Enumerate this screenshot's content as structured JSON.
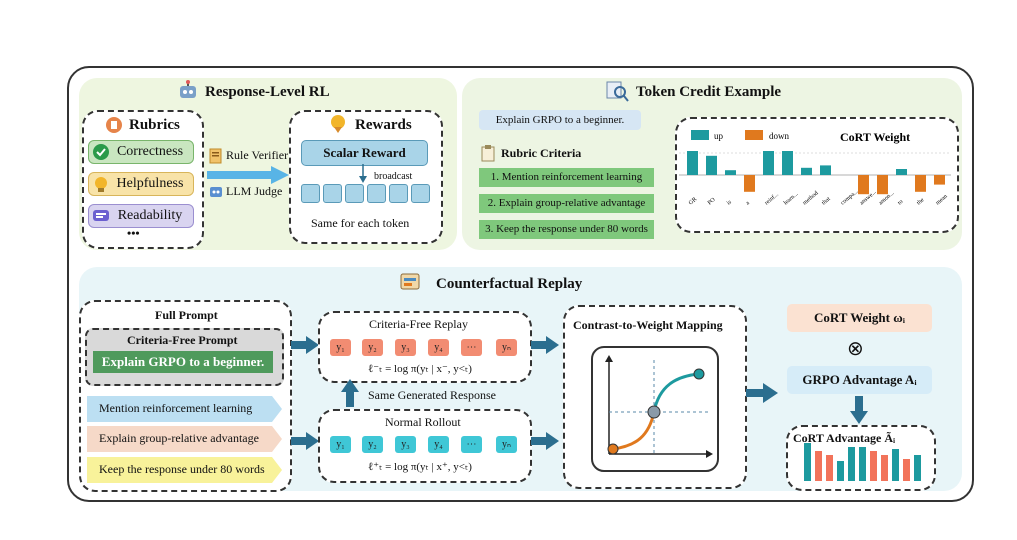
{
  "response_level_rl": {
    "title": "Response-Level RL",
    "rubrics_title": "Rubrics",
    "rubrics": [
      "Correctness",
      "Helpfulness",
      "Readability"
    ],
    "rubrics_more": "•••",
    "rule_verifier": "Rule Verifier",
    "llm_judge": "LLM Judge",
    "rewards_title": "Rewards",
    "scalar_reward": "Scalar Reward",
    "broadcast": "broadcast",
    "same_for_each_token": "Same for each token"
  },
  "token_credit_example": {
    "title": "Token Credit Example",
    "prompt": "Explain GRPO to a beginner.",
    "rubric_criteria_title": "Rubric Criteria",
    "criteria": [
      "1. Mention reinforcement learning",
      "2. Explain group-relative advantage",
      "3. Keep the response under 80 words"
    ],
    "chart": {
      "title": "CoRT  Weight",
      "legend_up": "up",
      "legend_down": "down",
      "tokens": [
        "GR",
        "PO",
        "is",
        "a",
        "reinf...",
        "learn...",
        "method",
        "that",
        "compa...",
        "answe...",
        "amon...",
        "to",
        "the",
        "mean"
      ]
    }
  },
  "chart_data": {
    "type": "bar",
    "title": "CoRT  Weight",
    "categories": [
      "GR",
      "PO",
      "is",
      "a",
      "reinf...",
      "learn...",
      "method",
      "that",
      "compa...",
      "answe...",
      "amon...",
      "to",
      "the",
      "mean"
    ],
    "series": [
      {
        "name": "up",
        "color": "#1d9a9f",
        "values": [
          1.0,
          0.8,
          0.2,
          0,
          1.0,
          1.0,
          0.3,
          0.4,
          0,
          0,
          0,
          0.25,
          0,
          0
        ]
      },
      {
        "name": "down",
        "color": "#e0791e",
        "values": [
          0,
          0,
          0,
          -0.7,
          0,
          0,
          0,
          0,
          0,
          -0.8,
          -0.8,
          0,
          -0.7,
          -0.4
        ]
      }
    ]
  },
  "counterfactual_replay": {
    "title": "Counterfactual Replay",
    "full_prompt_title": "Full Prompt",
    "criteria_free_prompt_title": "Criteria-Free Prompt",
    "criteria_free_prompt": "Explain GRPO to a beginner.",
    "criteria": [
      "Mention reinforcement learning",
      "Explain group-relative advantage",
      "Keep the response under 80 words"
    ],
    "criteria_free_replay_title": "Criteria-Free Replay",
    "criteria_free_formula": "ℓ⁻ₜ = log π(yₜ | x⁻, y<ₜ)",
    "same_generated_response": "Same Generated Response",
    "normal_rollout_title": "Normal Rollout",
    "normal_formula": "ℓ⁺ₜ = log π(yₜ | x⁺, y<ₜ)",
    "tokens": [
      "y₁",
      "y₂",
      "y₃",
      "y₄",
      "⋯",
      "yₙ"
    ],
    "contrast_title": "Contrast-to-Weight Mapping",
    "cort_weight": "CoRT Weight ωᵢ",
    "otimes": "⊗",
    "grpo_advantage": "GRPO Advantage Aᵢ",
    "cort_advantage": "CoRT Advantage Ãᵢ"
  },
  "colors": {
    "teal": "#1d9a9f",
    "orange": "#e0791e",
    "green": "#5ca96a",
    "blue_arrow": "#2b6e8f"
  }
}
